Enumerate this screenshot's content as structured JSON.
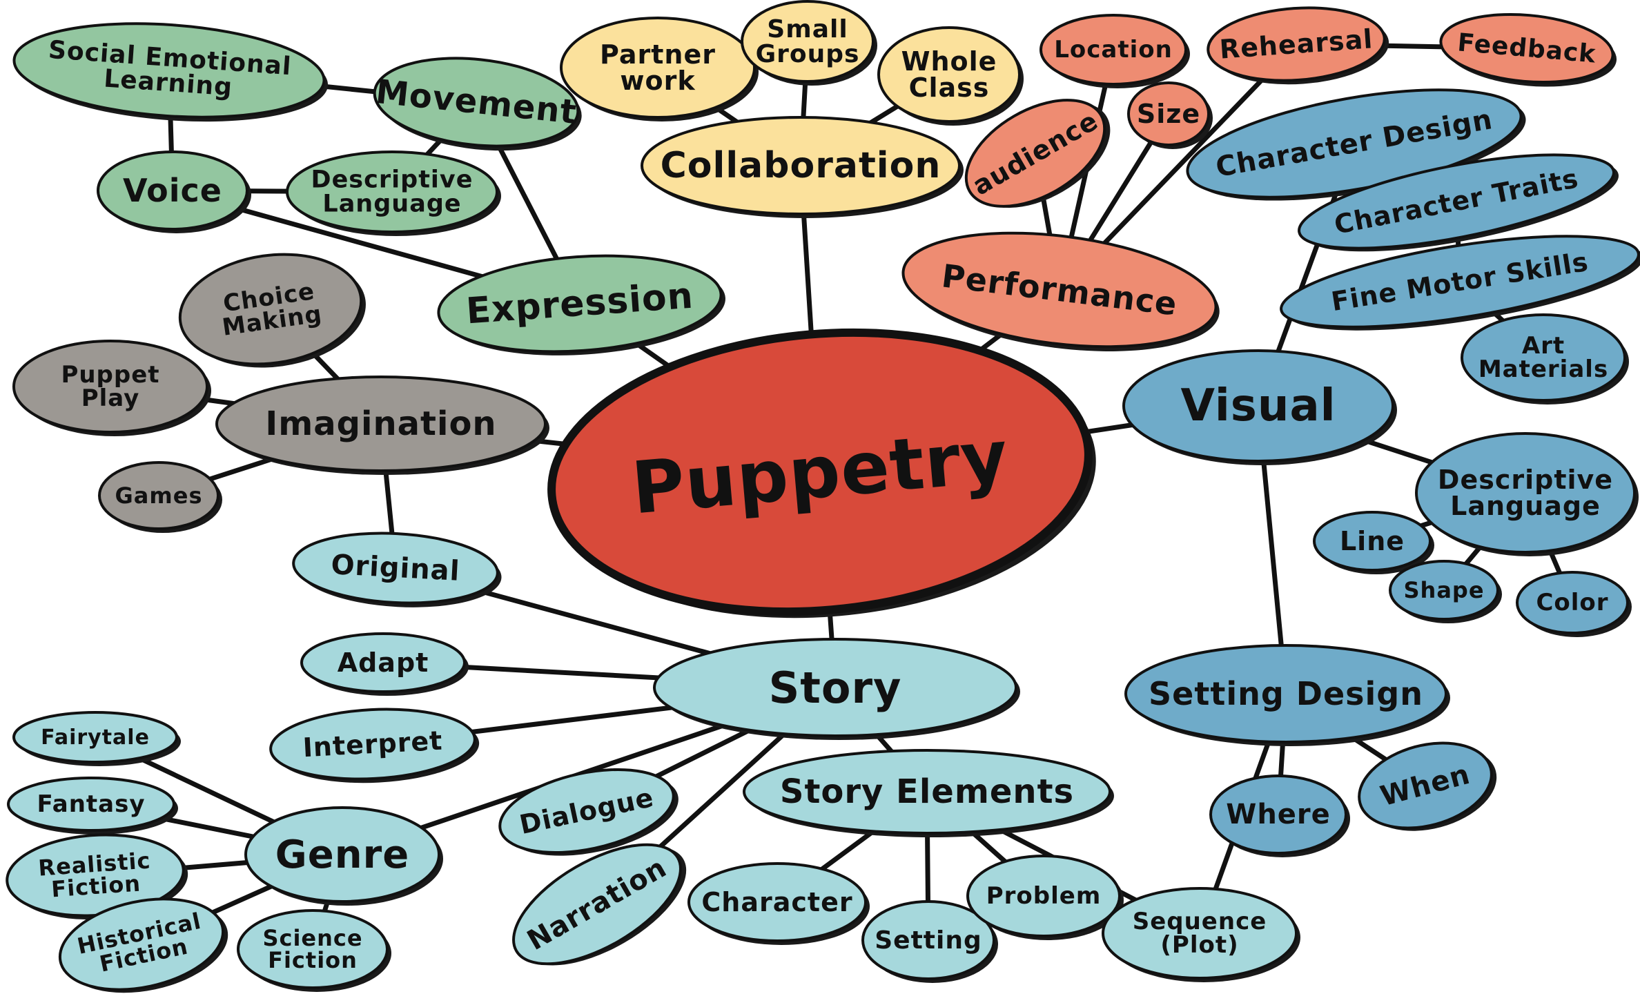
{
  "colors": {
    "root": "#d84a3a",
    "expression": "#93c6a0",
    "imagination": "#9c9893",
    "collaboration": "#fbe19c",
    "performance": "#ee8c72",
    "visual": "#6fabc9",
    "story": "#a6d8dc"
  },
  "nodes": {
    "puppetry": {
      "label": "Puppetry",
      "group": "root"
    },
    "collaboration": {
      "label": "Collaboration",
      "group": "collaboration"
    },
    "partner_work": {
      "label": "Partner|work",
      "group": "collaboration"
    },
    "small_groups": {
      "label": "Small|Groups",
      "group": "collaboration"
    },
    "whole_class": {
      "label": "Whole|Class",
      "group": "collaboration"
    },
    "expression": {
      "label": "Expression",
      "group": "expression"
    },
    "movement": {
      "label": "Movement",
      "group": "expression"
    },
    "social_emotional": {
      "label": "Social Emotional|Learning",
      "group": "expression"
    },
    "voice": {
      "label": "Voice",
      "group": "expression"
    },
    "descriptive_language_green": {
      "label": "Descriptive|Language",
      "group": "expression"
    },
    "imagination": {
      "label": "Imagination",
      "group": "imagination"
    },
    "choice_making": {
      "label": "Choice|Making",
      "group": "imagination"
    },
    "puppet_play": {
      "label": "Puppet|Play",
      "group": "imagination"
    },
    "games": {
      "label": "Games",
      "group": "imagination"
    },
    "performance": {
      "label": "Performance",
      "group": "performance"
    },
    "audience": {
      "label": "audience",
      "group": "performance"
    },
    "location": {
      "label": "Location",
      "group": "performance"
    },
    "size": {
      "label": "Size",
      "group": "performance"
    },
    "rehearsal": {
      "label": "Rehearsal",
      "group": "performance"
    },
    "feedback": {
      "label": "Feedback",
      "group": "performance"
    },
    "visual": {
      "label": "Visual",
      "group": "visual"
    },
    "character_design": {
      "label": "Character Design",
      "group": "visual"
    },
    "character_traits": {
      "label": "Character Traits",
      "group": "visual"
    },
    "fine_motor": {
      "label": "Fine Motor Skills",
      "group": "visual"
    },
    "art_materials": {
      "label": "Art|Materials",
      "group": "visual"
    },
    "descriptive_language_blue": {
      "label": "Descriptive|Language",
      "group": "visual"
    },
    "line": {
      "label": "Line",
      "group": "visual"
    },
    "shape": {
      "label": "Shape",
      "group": "visual"
    },
    "color": {
      "label": "Color",
      "group": "visual"
    },
    "setting_design": {
      "label": "Setting Design",
      "group": "visual"
    },
    "where": {
      "label": "Where",
      "group": "visual"
    },
    "when": {
      "label": "When",
      "group": "visual"
    },
    "story": {
      "label": "Story",
      "group": "story"
    },
    "original": {
      "label": "Original",
      "group": "story"
    },
    "adapt": {
      "label": "Adapt",
      "group": "story"
    },
    "interpret": {
      "label": "Interpret",
      "group": "story"
    },
    "genre": {
      "label": "Genre",
      "group": "story"
    },
    "fairytale": {
      "label": "Fairytale",
      "group": "story"
    },
    "fantasy": {
      "label": "Fantasy",
      "group": "story"
    },
    "realistic_fiction": {
      "label": "Realistic|Fiction",
      "group": "story"
    },
    "historical_fiction": {
      "label": "Historical|Fiction",
      "group": "story"
    },
    "science_fiction": {
      "label": "Science|Fiction",
      "group": "story"
    },
    "dialogue": {
      "label": "Dialogue",
      "group": "story"
    },
    "narration": {
      "label": "Narration",
      "group": "story"
    },
    "story_elements": {
      "label": "Story Elements",
      "group": "story"
    },
    "character": {
      "label": "Character",
      "group": "story"
    },
    "setting": {
      "label": "Setting",
      "group": "story"
    },
    "problem": {
      "label": "Problem",
      "group": "story"
    },
    "sequence": {
      "label": "Sequence|(Plot)",
      "group": "story"
    }
  },
  "edges": [
    [
      "puppetry",
      "collaboration"
    ],
    [
      "collaboration",
      "partner_work"
    ],
    [
      "collaboration",
      "small_groups"
    ],
    [
      "collaboration",
      "whole_class"
    ],
    [
      "puppetry",
      "expression"
    ],
    [
      "expression",
      "movement"
    ],
    [
      "expression",
      "voice"
    ],
    [
      "movement",
      "social_emotional"
    ],
    [
      "movement",
      "descriptive_language_green"
    ],
    [
      "social_emotional",
      "voice"
    ],
    [
      "voice",
      "descriptive_language_green"
    ],
    [
      "puppetry",
      "imagination"
    ],
    [
      "imagination",
      "choice_making"
    ],
    [
      "imagination",
      "puppet_play"
    ],
    [
      "imagination",
      "games"
    ],
    [
      "imagination",
      "original"
    ],
    [
      "puppetry",
      "performance"
    ],
    [
      "performance",
      "audience"
    ],
    [
      "performance",
      "location"
    ],
    [
      "performance",
      "size"
    ],
    [
      "performance",
      "rehearsal"
    ],
    [
      "rehearsal",
      "feedback"
    ],
    [
      "puppetry",
      "visual"
    ],
    [
      "visual",
      "character_design"
    ],
    [
      "character_design",
      "character_traits"
    ],
    [
      "character_traits",
      "fine_motor"
    ],
    [
      "fine_motor",
      "art_materials"
    ],
    [
      "visual",
      "descriptive_language_blue"
    ],
    [
      "descriptive_language_blue",
      "line"
    ],
    [
      "descriptive_language_blue",
      "shape"
    ],
    [
      "descriptive_language_blue",
      "color"
    ],
    [
      "visual",
      "setting_design"
    ],
    [
      "setting_design",
      "where"
    ],
    [
      "setting_design",
      "when"
    ],
    [
      "setting_design",
      "sequence"
    ],
    [
      "puppetry",
      "story"
    ],
    [
      "story",
      "original"
    ],
    [
      "story",
      "adapt"
    ],
    [
      "story",
      "interpret"
    ],
    [
      "story",
      "genre"
    ],
    [
      "story",
      "dialogue"
    ],
    [
      "story",
      "narration"
    ],
    [
      "story",
      "story_elements"
    ],
    [
      "genre",
      "fairytale"
    ],
    [
      "genre",
      "fantasy"
    ],
    [
      "genre",
      "realistic_fiction"
    ],
    [
      "genre",
      "historical_fiction"
    ],
    [
      "genre",
      "science_fiction"
    ],
    [
      "story_elements",
      "character"
    ],
    [
      "story_elements",
      "setting"
    ],
    [
      "story_elements",
      "problem"
    ],
    [
      "story_elements",
      "sequence"
    ]
  ]
}
